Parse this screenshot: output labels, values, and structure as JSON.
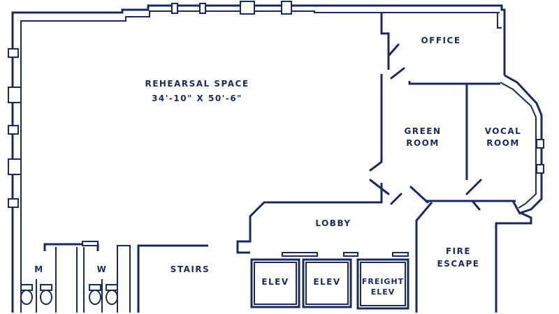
{
  "rooms": {
    "rehearsal": {
      "name": "REHEARSAL SPACE",
      "dimensions": "34'-10\" X 50'-6\""
    },
    "office": "OFFICE",
    "green_room": {
      "line1": "GREEN",
      "line2": "ROOM"
    },
    "vocal_room": {
      "line1": "VOCAL",
      "line2": "ROOM"
    },
    "lobby": "LOBBY",
    "stairs": "STAIRS",
    "fire_escape": {
      "line1": "FIRE",
      "line2": "ESCAPE"
    },
    "mens": "M",
    "womens": "W",
    "elevators": [
      {
        "line1": "ELEV",
        "line2": ""
      },
      {
        "line1": "ELEV",
        "line2": ""
      },
      {
        "line1": "FREIGHT",
        "line2": "ELEV"
      }
    ]
  },
  "colors": {
    "line": "#1b2a5c",
    "background": "#ffffff"
  }
}
